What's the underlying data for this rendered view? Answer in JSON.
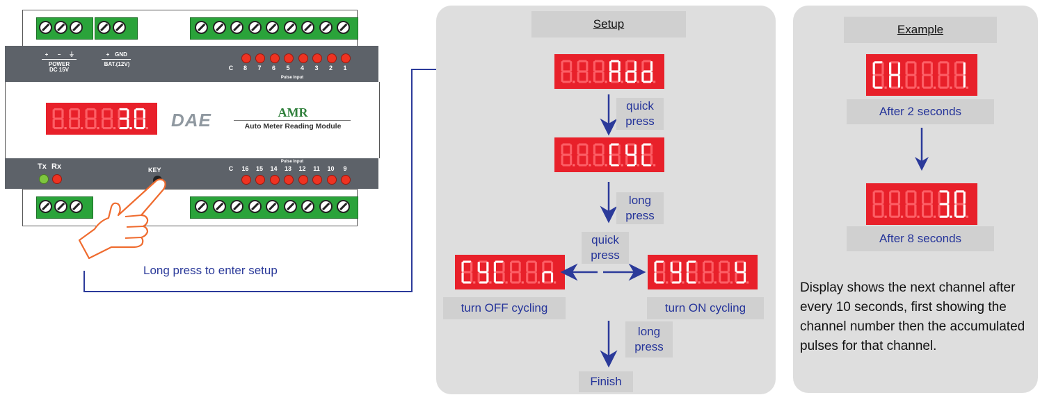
{
  "device": {
    "power_label_plus": "+",
    "power_label_minus": "−",
    "power_label_line1": "POWER",
    "power_label_line2": "DC 15V",
    "bat_label_plus": "+",
    "bat_label_gnd": "GND",
    "bat_label": "BAT.(12V)",
    "top_channels": [
      "C",
      "8",
      "7",
      "6",
      "5",
      "4",
      "3",
      "2",
      "1"
    ],
    "top_pulse_label": "Pulse Input",
    "bottom_pulse_label": "Pulse Input",
    "bottom_channels": [
      "C",
      "16",
      "15",
      "14",
      "13",
      "12",
      "11",
      "10",
      "9"
    ],
    "tx_label": "Tx",
    "rx_label": "Rx",
    "key_label": "KEY",
    "display_text": "3.0",
    "brand_logo": "DAE",
    "amr_title": "AMR",
    "amr_subtitle": "Auto Meter Reading Module",
    "instruction": "Long press to enter setup"
  },
  "setup": {
    "header": "Setup",
    "display_add": "Add",
    "display_cyc": "CYC",
    "display_cyc_n": "CYC n",
    "display_cyc_y": "CYC y",
    "quick_press_line1": "quick",
    "quick_press_line2": "press",
    "long_press_line1": "long",
    "long_press_line2": "press",
    "quick_press2_line1": "quick",
    "quick_press2_line2": "press",
    "turn_off": "turn OFF cycling",
    "turn_on": "turn ON cycling",
    "long_press2_line1": "long",
    "long_press2_line2": "press",
    "finish": "Finish"
  },
  "example": {
    "header": "Example",
    "display_ch": "CH 1",
    "after_2": "After 2 seconds",
    "display_30": "3.0",
    "after_8": "After 8 seconds",
    "description": "Display shows the next channel after every 10 seconds, first showing the channel number then the accumulated pulses for that channel."
  },
  "colors": {
    "display_bg": "#e8202a",
    "display_dim": "#ff6a70",
    "display_lit": "#ffffff",
    "arrow": "#2b3a9a",
    "panel": "#dedede",
    "module_dark": "#5d6269",
    "terminal_green": "#2aa33a",
    "led_red": "#ee3322",
    "led_green": "#7ec63f"
  }
}
